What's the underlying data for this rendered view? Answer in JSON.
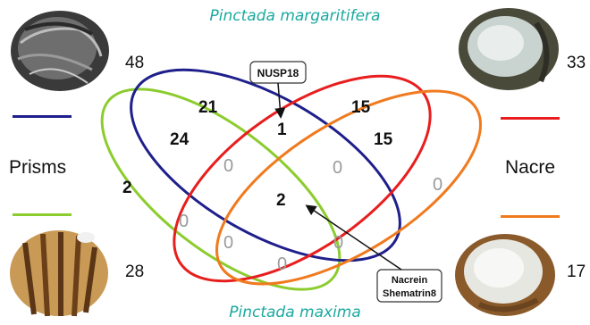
{
  "titles": {
    "top": "Pinctada margaritifera",
    "bottom": "Pinctada maxima"
  },
  "side_labels": {
    "left": "Prisms",
    "right": "Nacre"
  },
  "counts": {
    "top_left": "48",
    "top_right": "33",
    "bottom_left": "28",
    "bottom_right": "17"
  },
  "colors": {
    "title": "#1aa9a0",
    "green": "#8ccc2e",
    "blue": "#1f1f8c",
    "red": "#e81e1e",
    "orange": "#f07a1e",
    "zero": "#9a9a9a"
  },
  "region_numbers": {
    "green_only": "2",
    "blue_only": "21",
    "green_blue": "24",
    "blue_red": "1",
    "red_only": "15",
    "red_orange": "15",
    "orange_only": "0",
    "green_red": "0",
    "blue_orange": "0",
    "all_four": "2",
    "green_blue_red_orange_left": "0",
    "green_orange": "0",
    "green_red_orange": "0",
    "green_bottom": "0",
    "blue_red_orange": "0"
  },
  "callouts": {
    "top": "NUSP18",
    "bottom_line1": "Nacrein",
    "bottom_line2": "Shematrin8"
  },
  "icons": {
    "shell_top_left": "dark-rough-shell-icon",
    "shell_top_right": "nacre-shell-icon",
    "shell_bottom_left": "brown-striped-shell-icon",
    "shell_bottom_right": "white-nacre-shell-icon"
  }
}
